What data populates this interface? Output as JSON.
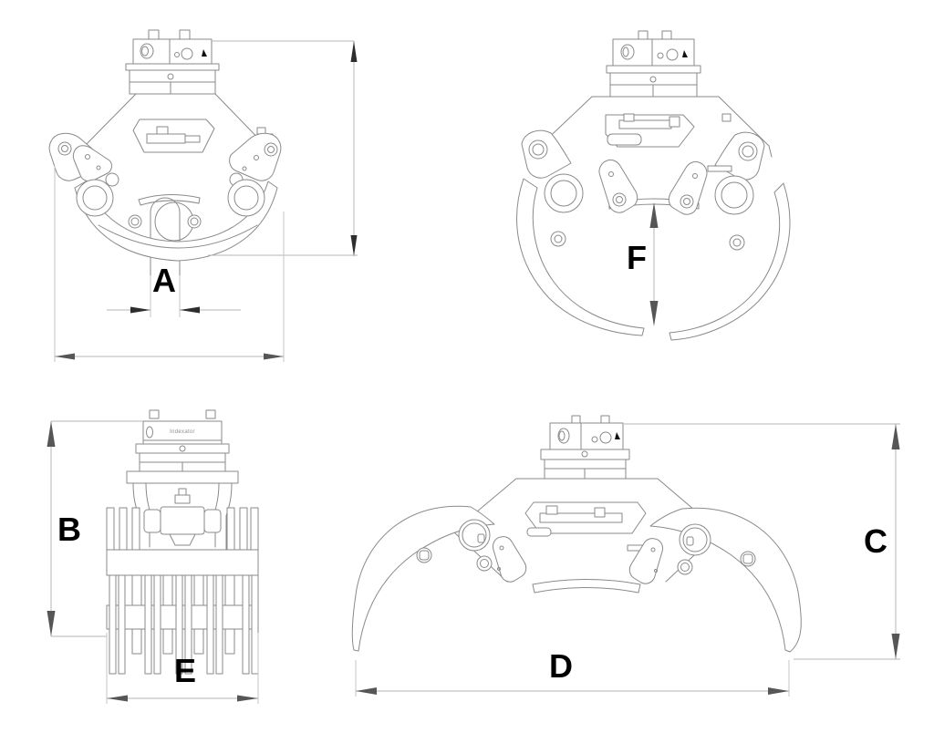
{
  "colors": {
    "background": "#ffffff",
    "drawing_line": "#8a8a8a",
    "dimension_line": "#b5b5b5",
    "extension_line": "#c6c6c6",
    "arrowhead": "#565656",
    "label_text": "#000000"
  },
  "dimensions": {
    "a": {
      "label": "A"
    },
    "b": {
      "label": "B"
    },
    "c": {
      "label": "C"
    },
    "d": {
      "label": "D"
    },
    "e": {
      "label": "E"
    },
    "f": {
      "label": "F"
    }
  },
  "branding": {
    "rotator_text": "Indexator"
  }
}
